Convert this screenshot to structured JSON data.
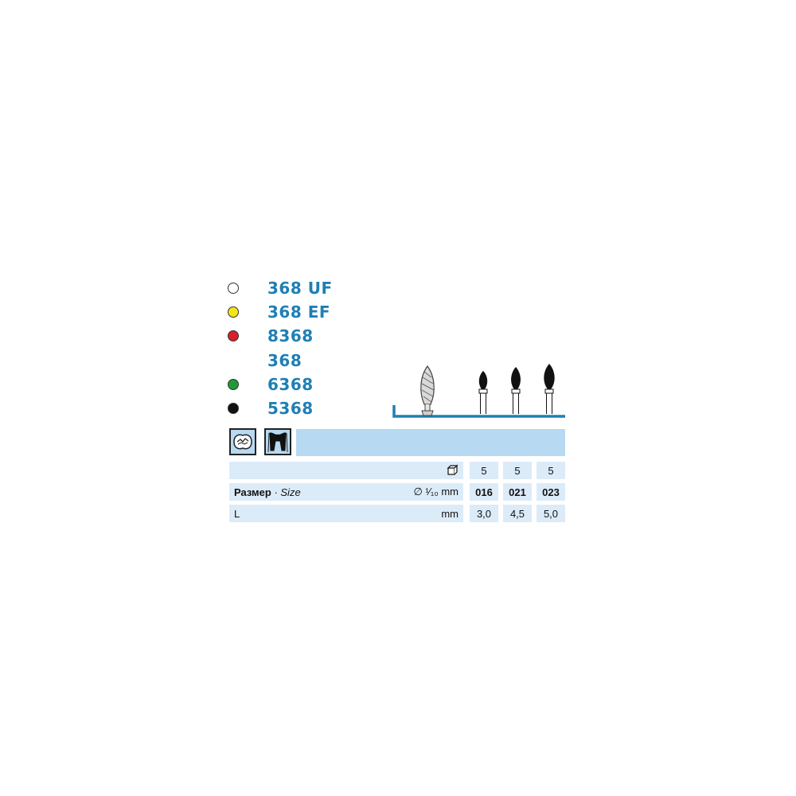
{
  "variants": [
    {
      "code": "368 UF",
      "dot": "white"
    },
    {
      "code": "368 EF",
      "dot": "yellow"
    },
    {
      "code": "8368",
      "dot": "red"
    },
    {
      "code": "368",
      "dot": "none"
    },
    {
      "code": "6368",
      "dot": "green"
    },
    {
      "code": "5368",
      "dot": "black"
    }
  ],
  "colors": {
    "accent": "#1f7fb5",
    "band": "#b7d9f2",
    "cell": "#dcebf8",
    "white": "#ffffff",
    "yellow": "#f4e516",
    "red": "#d81f2a",
    "green": "#1e9a3b",
    "black": "#111111"
  },
  "icons": [
    "tooth-occlusal-icon",
    "tooth-crown-icon",
    "package-icon"
  ],
  "table": {
    "pack_values": [
      "5",
      "5",
      "5"
    ],
    "size_label": "Размер",
    "size_separator": " · ",
    "size_label_en": "Size",
    "size_unit": "∅ ¹⁄₁₀ mm",
    "size_values": [
      "016",
      "021",
      "023"
    ],
    "length_label": "L",
    "length_unit": "mm",
    "length_values": [
      "3,0",
      "4,5",
      "5,0"
    ]
  }
}
